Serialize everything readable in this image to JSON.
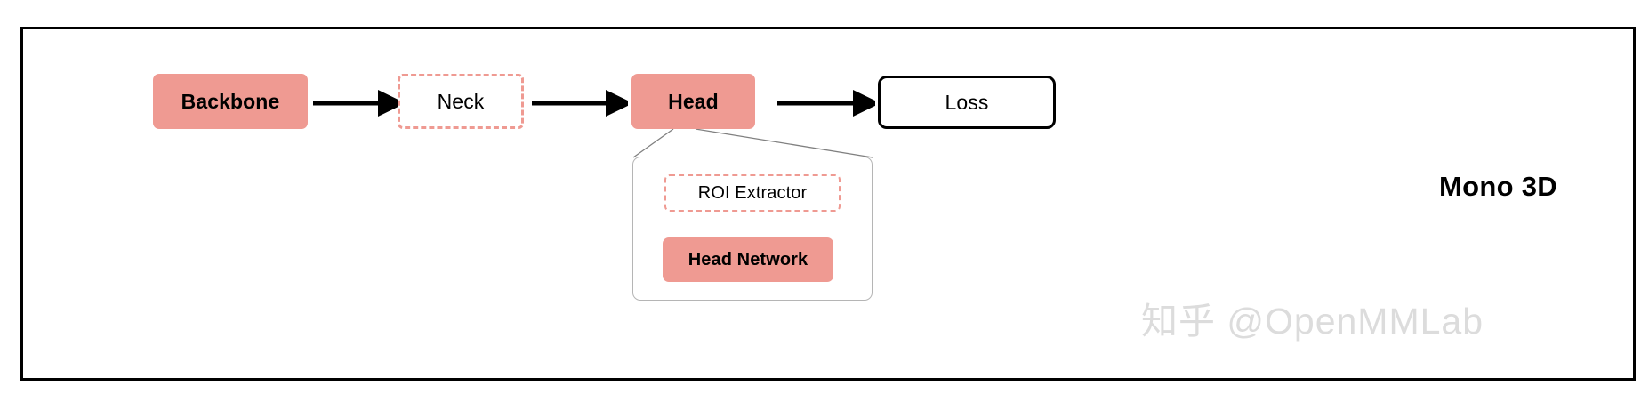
{
  "frame": {
    "border_color": "#000000"
  },
  "palette": {
    "accent_salmon": "#ef9a92",
    "outline_black": "#000000",
    "panel_border_gray": "#b5b5b5",
    "watermark_gray": "#dcdcdc",
    "background": "#ffffff"
  },
  "pipeline": {
    "nodes": [
      {
        "id": "backbone",
        "label": "Backbone",
        "style": "solid-fill"
      },
      {
        "id": "neck",
        "label": "Neck",
        "style": "dashed-outline"
      },
      {
        "id": "head",
        "label": "Head",
        "style": "solid-fill"
      },
      {
        "id": "loss",
        "label": "Loss",
        "style": "black-outline"
      }
    ],
    "arrows": [
      {
        "id": "arrow-backbone-neck",
        "from": "backbone",
        "to": "neck"
      },
      {
        "id": "arrow-neck-head",
        "from": "neck",
        "to": "head"
      },
      {
        "id": "arrow-head-loss",
        "from": "head",
        "to": "loss"
      }
    ]
  },
  "detail_panel": {
    "expanded_from": "head",
    "items": [
      {
        "id": "roi-extractor",
        "label": "ROI Extractor",
        "style": "dashed-outline"
      },
      {
        "id": "head-network",
        "label": "Head Network",
        "style": "solid-fill"
      }
    ]
  },
  "side_label": {
    "text": "Mono 3D"
  },
  "watermark": {
    "text": "知乎 @OpenMMLab"
  }
}
